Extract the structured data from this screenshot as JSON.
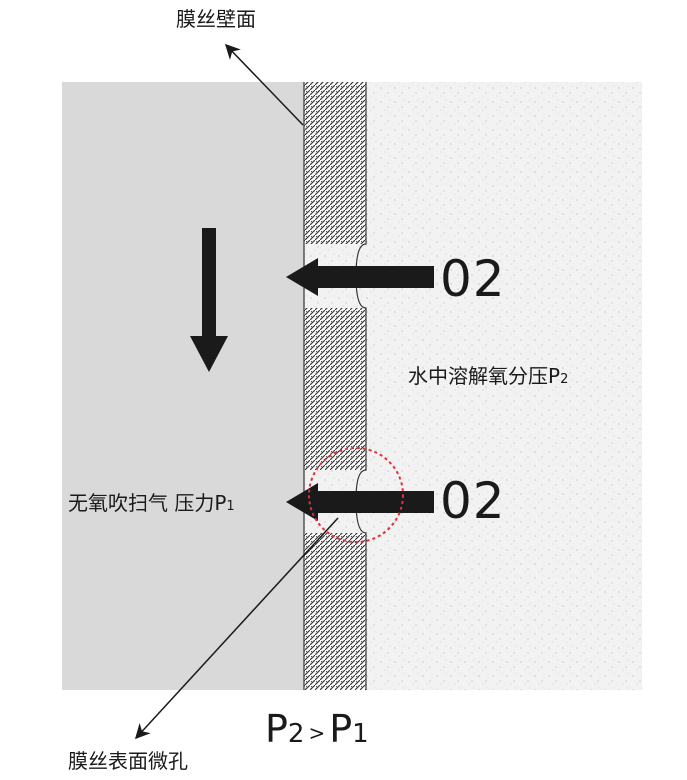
{
  "labels": {
    "membrane_wall": "膜丝壁面",
    "oxygen_top": "02",
    "oxygen_bottom": "02",
    "water_side": "水中溶解氧分压P",
    "water_side_sub": "2",
    "sweep_side": "无氧吹扫气 压力P",
    "sweep_side_sub": "1",
    "pressure_relation_left": "P",
    "pressure_relation_left_sub": "2",
    "pressure_relation_op": ">",
    "pressure_relation_right": "P",
    "pressure_relation_right_sub": "1",
    "micropore": "膜丝表面微孔"
  },
  "colors": {
    "gas_side": "#d9d9d9",
    "water_side": "#eeeeee",
    "membrane": "#cfcfcf",
    "arrow": "#1a1a1a",
    "highlight_circle": "#e0303a"
  },
  "icons": {
    "flow_arrow": "arrow-down-icon",
    "oxygen_arrow": "arrow-left-icon",
    "pointer": "arrow-pointer-icon"
  }
}
